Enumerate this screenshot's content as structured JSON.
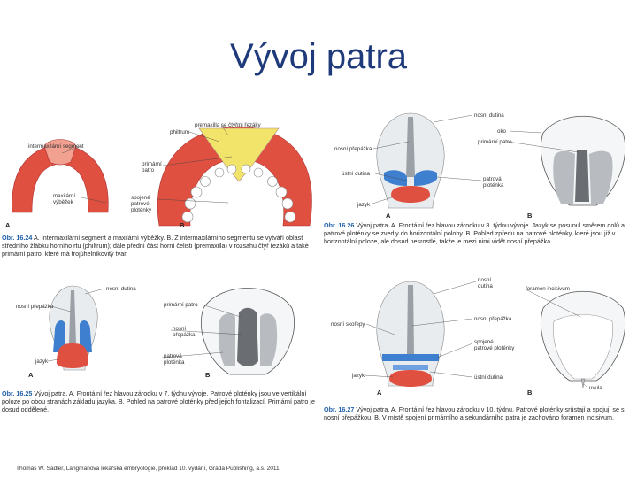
{
  "slide": {
    "title": "Vývoj patra",
    "credit": "Thomas W. Sadler, Langmanova lékařská embryologie, překlad 10. vydání, Grada Publishing, a.s. 2011"
  },
  "fig24": {
    "labels": {
      "intermaxillary": "intermaxilární segment",
      "philtrum": "philtrum",
      "premaxilla": "premaxilla se čtyřmi řezáky",
      "primary_palate": "primární\npatro",
      "maxillary": "maxilární\nvýběžek",
      "fused": "spojené\npatrové\nploténky",
      "a": "A",
      "b": "B"
    },
    "caption_num": "Obr. 16.24",
    "caption_text": " A. Intermaxilární segment a maxilární výběžky. B. Z intermaxilárního segmentu se vytváří oblast středního žlábku horního rtu (philtrum); dále přední část horní čelisti (premaxilla) v rozsahu čtyř řezáků a také primární patro, které má trojúhelníkovitý tvar."
  },
  "fig25": {
    "labels": {
      "nasal_cavity": "nosní dutina",
      "nasal_septum": "nosní přepážka",
      "primary_palate": "primární patro",
      "nasal_septum_b": "nosní\npřepážka",
      "tongue": "jazyk",
      "palatal_shelf": "patrová\nploténka",
      "a": "A",
      "b": "B"
    },
    "caption_num": "Obr. 16.25",
    "caption_text": " Vývoj patra. A. Frontální řez hlavou zárodku v 7. týdnu vývoje. Patrové ploténky jsou ve vertikální poloze po obou stranách základu jazyka. B. Pohled na patrové ploténky před jejich fontalizací. Primární patro je dosud oddělené."
  },
  "fig26": {
    "labels": {
      "nasal_cavity": "nosní dutina",
      "eye": "oko",
      "nasal_septum": "nosní přepážka",
      "primary_palate": "primární patro",
      "oral_cavity": "ústní dutina",
      "palatal_shelf": "patrová\nploténka",
      "tongue": "jazyk",
      "a": "A",
      "b": "B"
    },
    "caption_num": "Obr. 16.26",
    "caption_text": " Vývoj patra. A. Frontální řez hlavou zárodku v 8. týdnu vývoje. Jazyk se posunul směrem dolů a patrové ploténky se zvedly do horizontální polohy. B. Pohled zpředu na patrové ploténky, které jsou již v horizontální poloze, ale dosud nesrostlé, takže je mezi nimi vidět nosní přepážka."
  },
  "fig27": {
    "labels": {
      "nasal_cavity": "nosní\ndutina",
      "incisive_foramen": "foramen incisivum",
      "nasal_septum": "nosní přepážka",
      "nasal_concha": "nosní skořepy",
      "fused": "spojené\npatrové ploténky",
      "tongue": "jazyk",
      "oral_cavity": "ústní dutina",
      "uvula": "uvula",
      "a": "A",
      "b": "B"
    },
    "caption_num": "Obr. 16.27",
    "caption_text": " Vývoj patra. A. Frontální řez hlavou zárodku v 10. týdnu. Patrové ploténky srůstají a spojují se s nosní přepážkou. B. V místě spojení primárního a sekundárního patra je zachováno foramen incisivum."
  },
  "colors": {
    "title": "#1f3a7a",
    "red": "#e05040",
    "blue": "#3f7fd0",
    "yellow": "#f2e36a",
    "gray": "#9aa0a6",
    "caption_blue": "#1f5fa8"
  }
}
